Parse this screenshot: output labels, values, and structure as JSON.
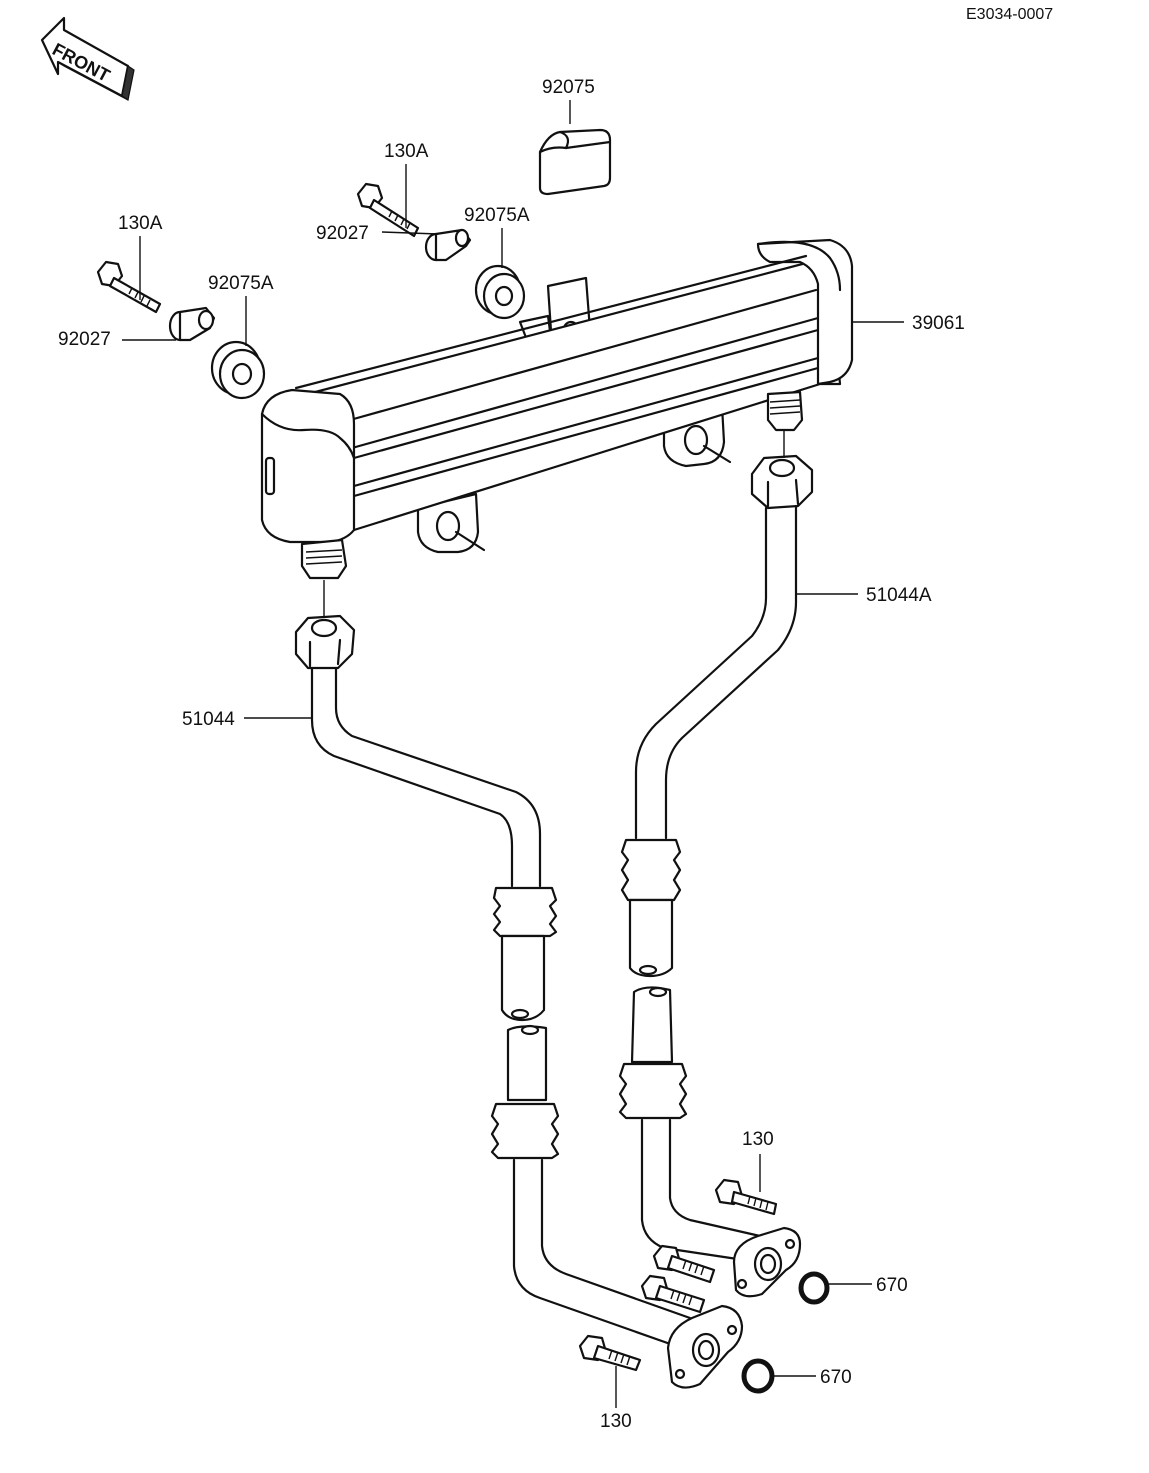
{
  "diagram": {
    "reference_code": "E3034-0007",
    "front_marker": "FRONT",
    "callouts": {
      "cover": "92075",
      "bolt_upper": "130A",
      "bolt_left": "130A",
      "grommet_upper": "92075A",
      "grommet_left": "92075A",
      "collar_upper": "92027",
      "collar_left": "92027",
      "oil_cooler": "39061",
      "pipe_right": "51044A",
      "pipe_left": "51044",
      "bolt_lower_upper": "130",
      "bolt_lower_lower": "130",
      "oring_upper": "670",
      "oring_lower": "670"
    }
  }
}
